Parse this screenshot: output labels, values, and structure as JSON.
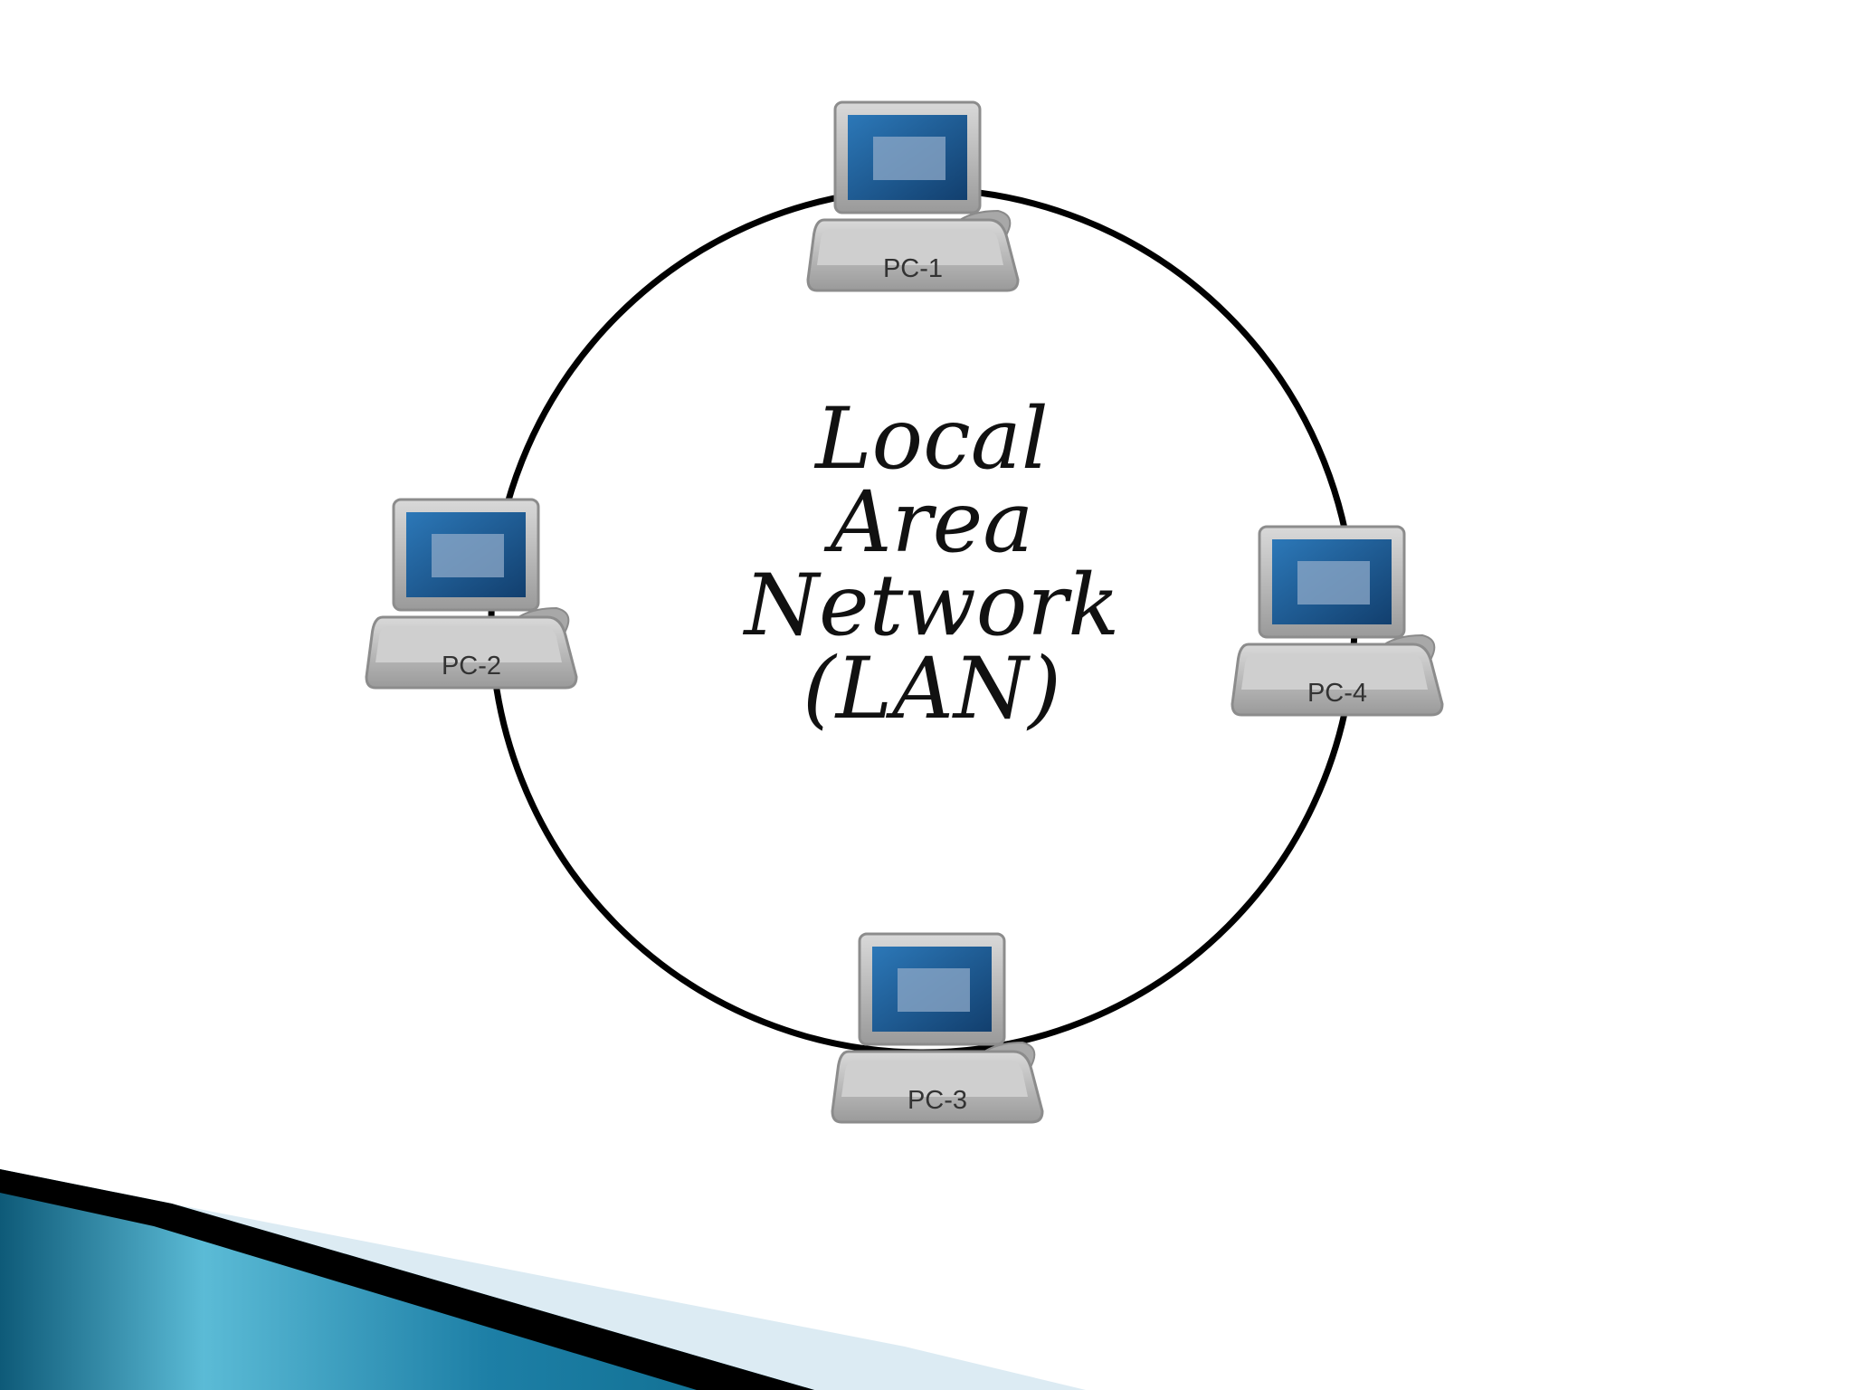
{
  "diagram": {
    "title_lines": [
      "Local",
      "Area",
      "Network",
      "(LAN)"
    ],
    "nodes": [
      {
        "id": "pc1",
        "label": "PC-1",
        "icon": "laptop-icon"
      },
      {
        "id": "pc2",
        "label": "PC-2",
        "icon": "laptop-icon"
      },
      {
        "id": "pc3",
        "label": "PC-3",
        "icon": "laptop-icon"
      },
      {
        "id": "pc4",
        "label": "PC-4",
        "icon": "laptop-icon"
      }
    ],
    "connection": "ring"
  },
  "colors": {
    "ring": "#000000",
    "screen": "#1f5c99",
    "device_body": "#b5b5b5",
    "banner_light": "#5bbbd6",
    "banner_dark": "#0e5a78"
  }
}
